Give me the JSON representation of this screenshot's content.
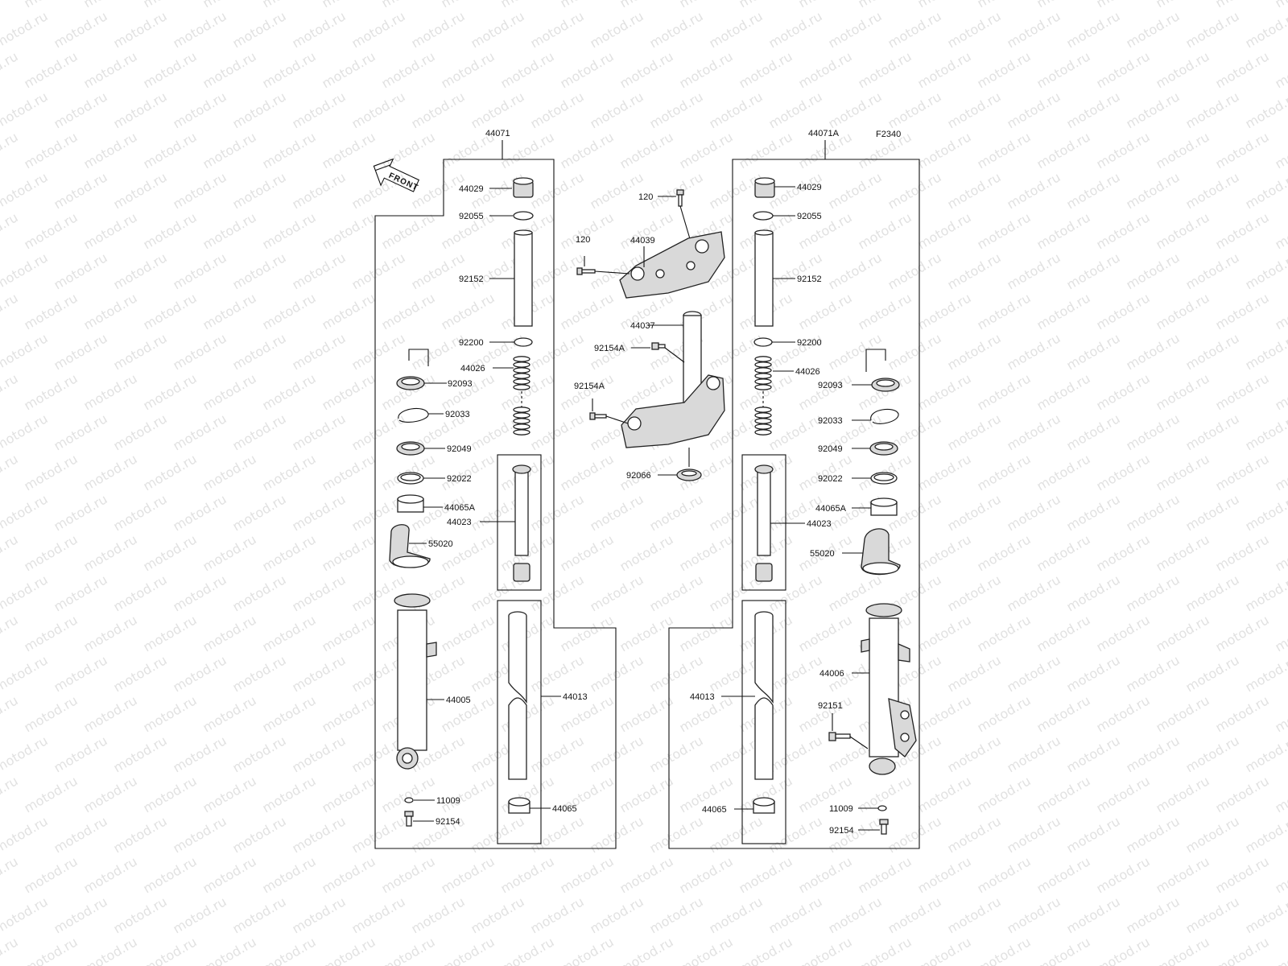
{
  "figure_code": "F2340",
  "front_label": "FRONT",
  "watermark": "motod.ru",
  "left_assembly": {
    "assembly_no": "44071",
    "parts": [
      "44029",
      "92055",
      "92152",
      "92200",
      "44026",
      "92093",
      "92033",
      "92049",
      "92022",
      "44065A",
      "44023",
      "55020",
      "44005",
      "44013",
      "11009",
      "92154",
      "44065"
    ]
  },
  "right_assembly": {
    "assembly_no": "44071A",
    "parts": [
      "44029",
      "92055",
      "92152",
      "92200",
      "44026",
      "92093",
      "92033",
      "92049",
      "92022",
      "44065A",
      "44023",
      "55020",
      "44006",
      "44013",
      "92151",
      "11009",
      "92154",
      "44065"
    ]
  },
  "center_parts": [
    "120",
    "120",
    "44039",
    "44037",
    "92154A",
    "92154A",
    "92066"
  ]
}
